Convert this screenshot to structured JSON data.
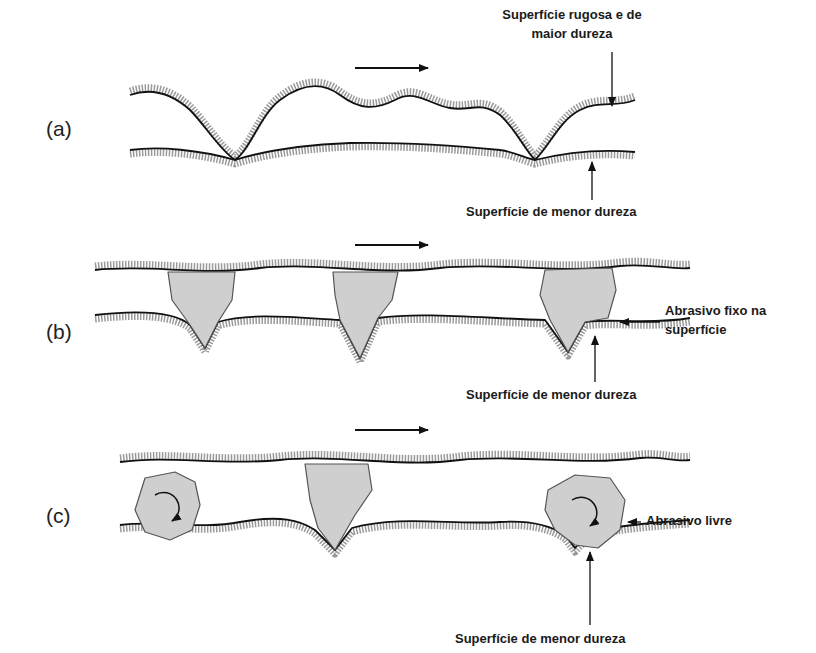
{
  "diagram": {
    "labels": [
      "(a)",
      "Superfície rugosa e de maior dureza",
      "Superfície de menor dureza",
      "(b)",
      "Abrasivo fixo na superfície",
      "Superfície de menor dureza",
      "(c)",
      "Abrasivo livre",
      "Superfície de menor dureza"
    ]
  }
}
